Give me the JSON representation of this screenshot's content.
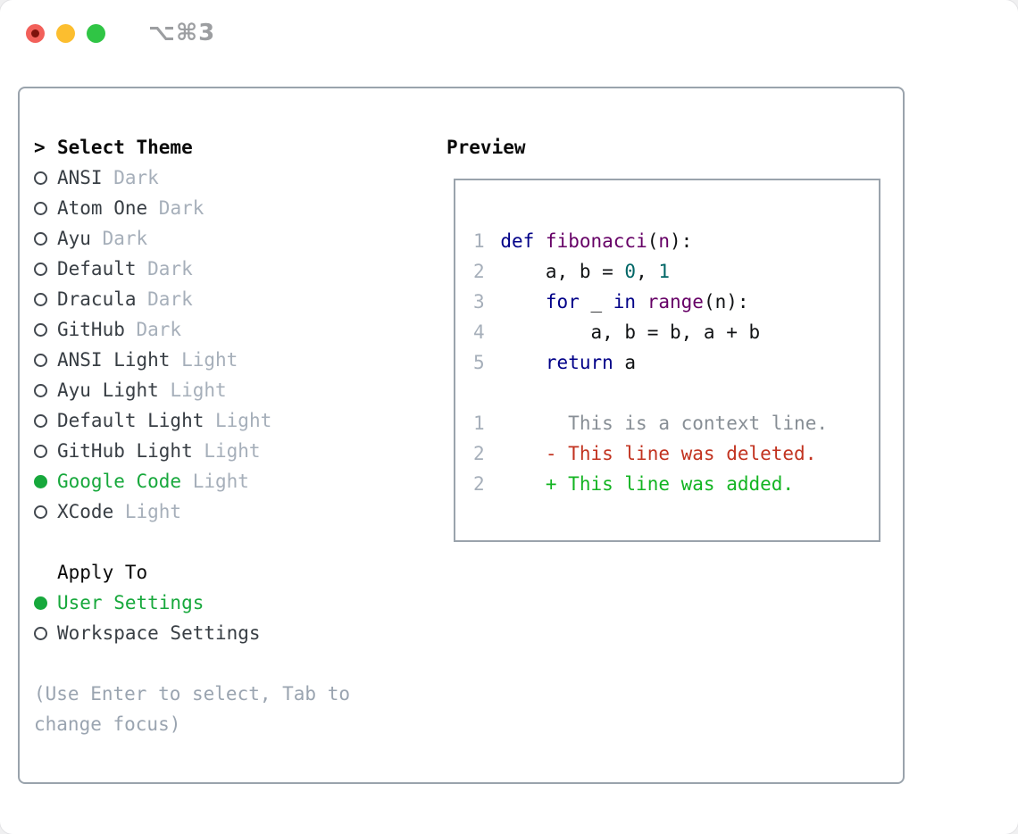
{
  "window": {
    "title": "⌥⌘3"
  },
  "traffic_lights": [
    {
      "name": "close",
      "color": "#f2605a"
    },
    {
      "name": "minimize",
      "color": "#fcbe2f"
    },
    {
      "name": "zoom",
      "color": "#30c545"
    }
  ],
  "theme_select": {
    "prompt": ">",
    "header": "Select Theme",
    "items": [
      {
        "name": "ANSI",
        "variant": "Dark",
        "selected": false
      },
      {
        "name": "Atom One",
        "variant": "Dark",
        "selected": false
      },
      {
        "name": "Ayu",
        "variant": "Dark",
        "selected": false
      },
      {
        "name": "Default",
        "variant": "Dark",
        "selected": false
      },
      {
        "name": "Dracula",
        "variant": "Dark",
        "selected": false
      },
      {
        "name": "GitHub",
        "variant": "Dark",
        "selected": false
      },
      {
        "name": "ANSI Light",
        "variant": "Light",
        "selected": false
      },
      {
        "name": "Ayu Light",
        "variant": "Light",
        "selected": false
      },
      {
        "name": "Default Light",
        "variant": "Light",
        "selected": false
      },
      {
        "name": "GitHub Light",
        "variant": "Light",
        "selected": false
      },
      {
        "name": "Google Code",
        "variant": "Light",
        "selected": true
      },
      {
        "name": "XCode",
        "variant": "Light",
        "selected": false
      }
    ]
  },
  "apply_to": {
    "label": "Apply To",
    "options": [
      {
        "name": "User Settings",
        "selected": true
      },
      {
        "name": "Workspace Settings",
        "selected": false
      }
    ]
  },
  "hint": "(Use Enter to select, Tab to change focus)",
  "preview": {
    "label": "Preview",
    "code_lines": [
      {
        "num": "1",
        "tokens": [
          {
            "t": "def",
            "c": "kwd"
          },
          {
            "t": " ",
            "c": "pln"
          },
          {
            "t": "fibonacci",
            "c": "typ"
          },
          {
            "t": "(",
            "c": "pln"
          },
          {
            "t": "n",
            "c": "typ"
          },
          {
            "t": "):",
            "c": "pln"
          }
        ]
      },
      {
        "num": "2",
        "tokens": [
          {
            "t": "    a, b = ",
            "c": "pln"
          },
          {
            "t": "0",
            "c": "lit"
          },
          {
            "t": ", ",
            "c": "pln"
          },
          {
            "t": "1",
            "c": "lit"
          }
        ]
      },
      {
        "num": "3",
        "tokens": [
          {
            "t": "    ",
            "c": "pln"
          },
          {
            "t": "for",
            "c": "kwd"
          },
          {
            "t": " _ ",
            "c": "pln"
          },
          {
            "t": "in",
            "c": "kwd"
          },
          {
            "t": " ",
            "c": "pln"
          },
          {
            "t": "range",
            "c": "typ"
          },
          {
            "t": "(n):",
            "c": "pln"
          }
        ]
      },
      {
        "num": "4",
        "tokens": [
          {
            "t": "        a, b = b, a + b",
            "c": "pln"
          }
        ]
      },
      {
        "num": "5",
        "tokens": [
          {
            "t": "    ",
            "c": "pln"
          },
          {
            "t": "return",
            "c": "kwd"
          },
          {
            "t": " a",
            "c": "pln"
          }
        ]
      }
    ],
    "diff_lines": [
      {
        "num": "1",
        "marker": " ",
        "text": "This is a context line.",
        "kind": "context"
      },
      {
        "num": "2",
        "marker": "-",
        "text": "This line was deleted.",
        "kind": "deleted"
      },
      {
        "num": "2",
        "marker": "+",
        "text": "This line was added.",
        "kind": "added"
      }
    ]
  },
  "colors": {
    "green": "#17a83c",
    "name": "#383e44",
    "muted": "#a6afba",
    "hint": "#9aa4b0",
    "ln": "#a6afba",
    "ctx": "#878e95",
    "del": "#c23320",
    "add": "#13b422",
    "kwd": "#000088",
    "typ": "#660066",
    "lit": "#006666",
    "pln": "#101214",
    "border": "#9aa3ac",
    "title": "#9c9ea1",
    "circle": "#42484f",
    "red-light": "#f2605a",
    "red-light-dot": "#7e120c",
    "yellow-light": "#fcbe2f",
    "green-light": "#30c545"
  }
}
